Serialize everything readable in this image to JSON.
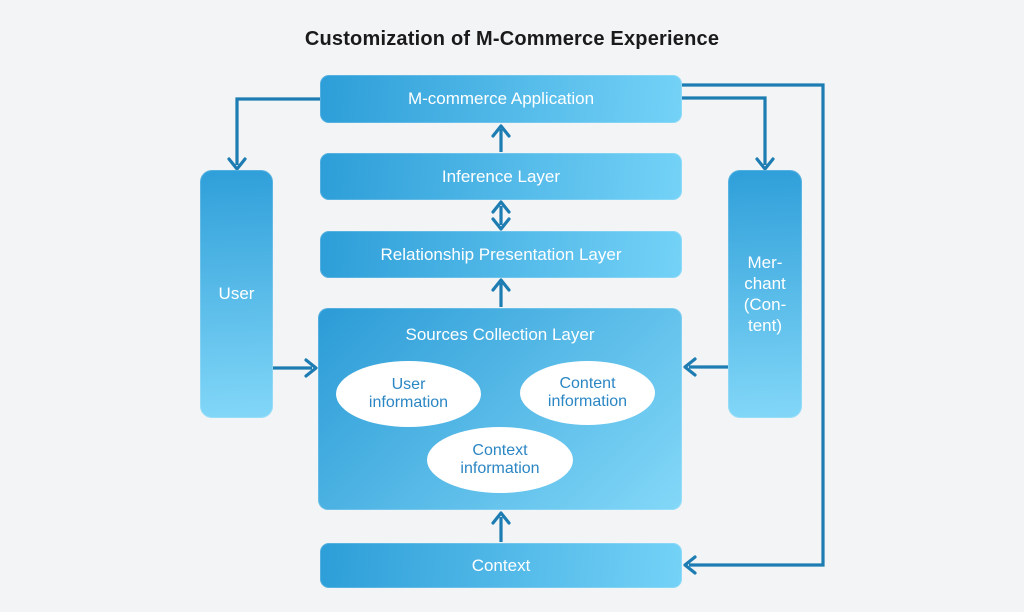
{
  "title": "Customization of M-Commerce Experience",
  "colors": {
    "background": "#f2f4f6",
    "box_gradient_start": "#2d9ed8",
    "box_gradient_end": "#74d2f7",
    "arrow": "#1d7db2",
    "box_text": "#ffffff",
    "ellipse_fill": "#ffffff",
    "ellipse_text": "#2b86c4",
    "title_text": "#1a1a1a"
  },
  "nodes": {
    "mcommerce": {
      "label": "M-commerce Application"
    },
    "inference": {
      "label": "Inference Layer"
    },
    "relationship": {
      "label": "Relationship Presentation Layer"
    },
    "sources": {
      "label": "Sources Collection Layer",
      "ellipses": {
        "user_info": {
          "label": "User\ninformation"
        },
        "content_info": {
          "label": "Content\ninformation"
        },
        "context_info": {
          "label": "Context\ninformation"
        }
      }
    },
    "context": {
      "label": "Context"
    },
    "user": {
      "label": "User"
    },
    "merchant": {
      "label": "Mer-\nchant\n(Con-\ntent)"
    }
  },
  "edges": [
    {
      "from": "M-commerce Application",
      "to": "User",
      "style": "arrow"
    },
    {
      "from": "M-commerce Application",
      "to": "Merchant (Content)",
      "style": "arrow"
    },
    {
      "from": "M-commerce Application",
      "to": "Context",
      "style": "arrow"
    },
    {
      "from": "Inference Layer",
      "to": "M-commerce Application",
      "style": "arrow"
    },
    {
      "from": "Inference Layer",
      "to": "Relationship Presentation Layer",
      "style": "double-arrow"
    },
    {
      "from": "Sources Collection Layer",
      "to": "Relationship Presentation Layer",
      "style": "arrow"
    },
    {
      "from": "User",
      "to": "Sources Collection Layer",
      "style": "arrow"
    },
    {
      "from": "Merchant (Content)",
      "to": "Sources Collection Layer",
      "style": "arrow"
    },
    {
      "from": "Context",
      "to": "Sources Collection Layer",
      "style": "arrow"
    }
  ]
}
